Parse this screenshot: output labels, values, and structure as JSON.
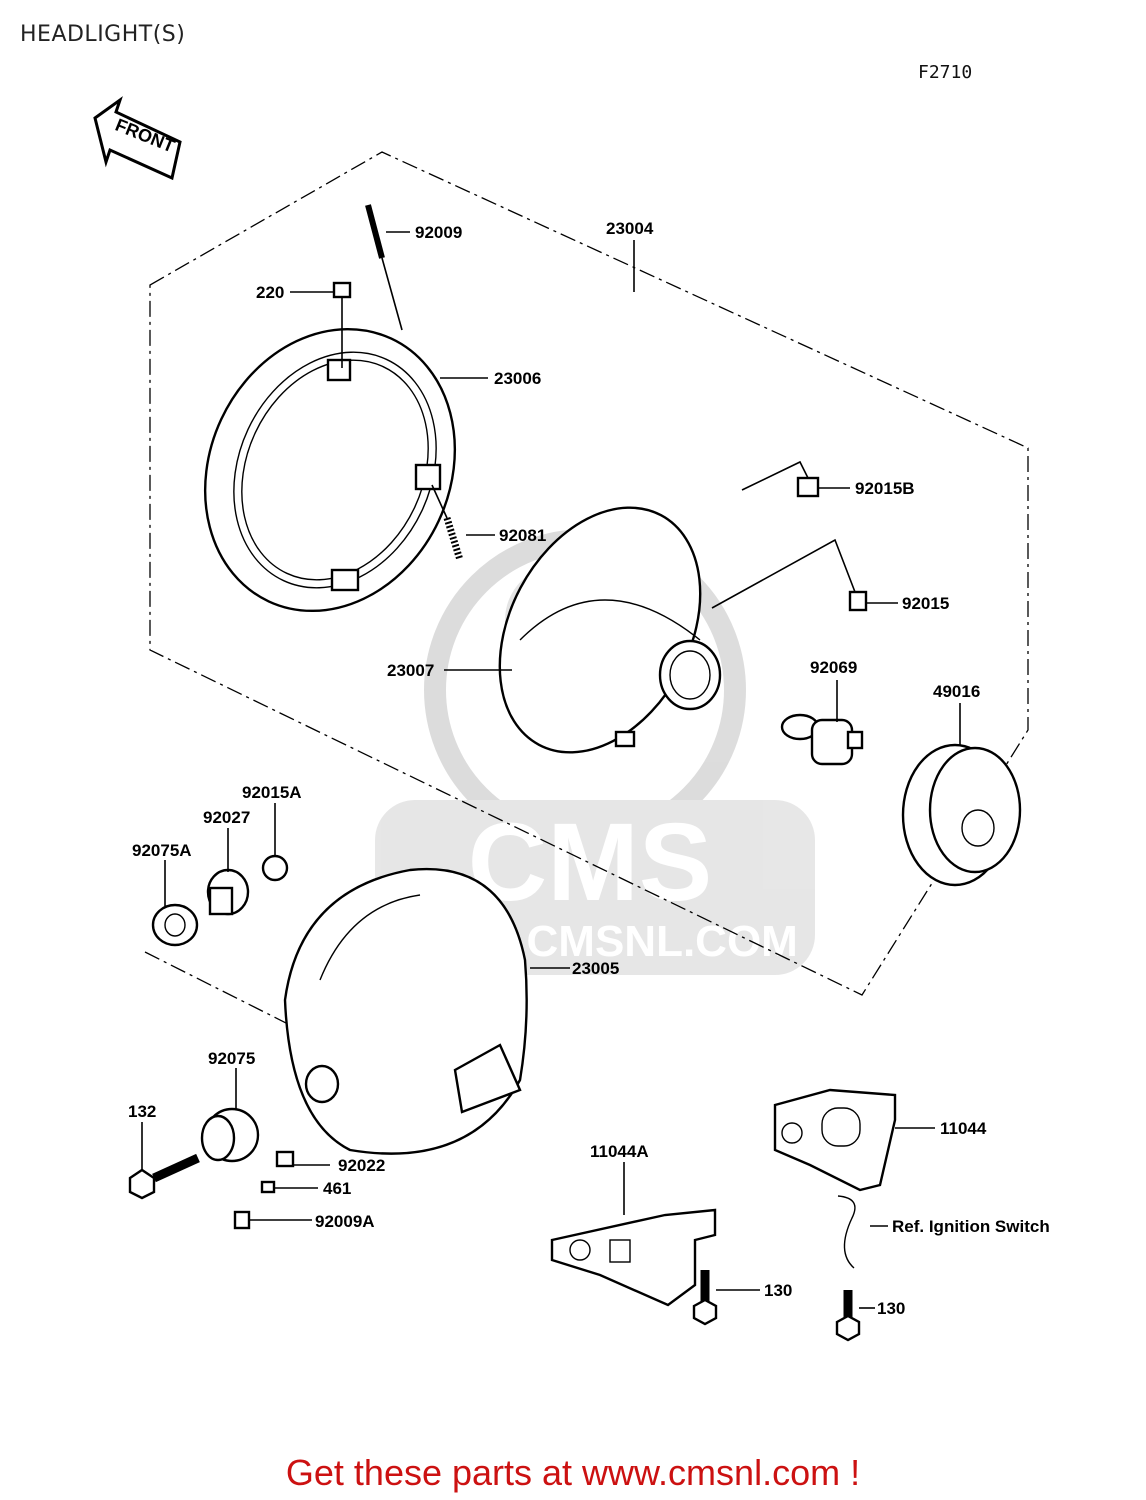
{
  "header": {
    "title": "HEADLIGHT(S)",
    "figure_code": "F2710"
  },
  "orientation": {
    "arrow_label": "FRONT"
  },
  "watermark": {
    "brand": "CMS",
    "url": "WWW.CMSNL.COM"
  },
  "parts": [
    {
      "id": "p-92009",
      "label": "92009"
    },
    {
      "id": "p-23004",
      "label": "23004"
    },
    {
      "id": "p-220",
      "label": "220"
    },
    {
      "id": "p-23006",
      "label": "23006"
    },
    {
      "id": "p-92015B",
      "label": "92015B"
    },
    {
      "id": "p-92081",
      "label": "92081"
    },
    {
      "id": "p-92015",
      "label": "92015"
    },
    {
      "id": "p-23007",
      "label": "23007"
    },
    {
      "id": "p-92069",
      "label": "92069"
    },
    {
      "id": "p-49016",
      "label": "49016"
    },
    {
      "id": "p-92015A",
      "label": "92015A"
    },
    {
      "id": "p-92027",
      "label": "92027"
    },
    {
      "id": "p-92075A",
      "label": "92075A"
    },
    {
      "id": "p-23005",
      "label": "23005"
    },
    {
      "id": "p-92075",
      "label": "92075"
    },
    {
      "id": "p-132",
      "label": "132"
    },
    {
      "id": "p-92022",
      "label": "92022"
    },
    {
      "id": "p-461",
      "label": "461"
    },
    {
      "id": "p-92009A",
      "label": "92009A"
    },
    {
      "id": "p-11044A",
      "label": "11044A"
    },
    {
      "id": "p-11044",
      "label": "11044"
    },
    {
      "id": "p-ref-ignition",
      "label": "Ref. Ignition Switch"
    },
    {
      "id": "p-130a",
      "label": "130"
    },
    {
      "id": "p-130b",
      "label": "130"
    }
  ],
  "footer": {
    "call_to_action": "Get these parts at www.cmsnl.com !"
  }
}
